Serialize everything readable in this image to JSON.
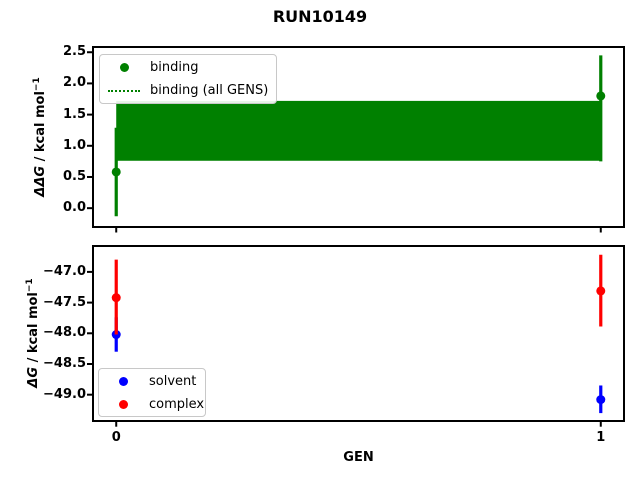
{
  "figure": {
    "title": "RUN10149"
  },
  "axes": {
    "top": {
      "ylabel_italic": "ΔΔG",
      "ylabel_rest": " / kcal mol",
      "ylabel_sup": "−1"
    },
    "bottom": {
      "ylabel_italic": "ΔG",
      "ylabel_rest": " / kcal mol",
      "ylabel_sup": "−1",
      "xlabel": "GEN"
    }
  },
  "legends": {
    "top": {
      "entries": [
        {
          "label": "binding",
          "series": "binding",
          "sample": "marker"
        },
        {
          "label": "binding (all GENS)",
          "series": "binding (all GENS)",
          "sample": "dotted-line"
        }
      ]
    },
    "bottom": {
      "entries": [
        {
          "label": "solvent",
          "series": "solvent",
          "sample": "marker"
        },
        {
          "label": "complex",
          "series": "complex",
          "sample": "marker"
        }
      ]
    }
  },
  "colors": {
    "binding": "#008000",
    "solvent": "#0000ff",
    "complex": "#ff0000",
    "axis": "#000000",
    "legend_border": "#c8c8c8"
  },
  "chart_data": [
    {
      "type": "scatter",
      "id": "ddg",
      "title": "RUN10149",
      "ylabel": "ΔΔG / kcal mol⁻¹",
      "xlabel": "",
      "xlim": [
        -0.05,
        1.05
      ],
      "ylim": [
        -0.31,
        2.6
      ],
      "yticks": [
        0.0,
        0.5,
        1.0,
        1.5,
        2.0,
        2.5
      ],
      "ytick_labels": [
        "0.0",
        "0.5",
        "1.0",
        "1.5",
        "2.0",
        "2.5"
      ],
      "xticks": [
        0,
        1
      ],
      "xtick_labels": [],
      "grid": false,
      "legend_position": "upper left",
      "series": [
        {
          "name": "binding (all GENS)",
          "color": "#008000",
          "style": "dotted",
          "band": {
            "x": [
              0,
              1
            ],
            "low": 0.76,
            "high": 1.72,
            "center": 1.24
          }
        },
        {
          "name": "binding",
          "color": "#008000",
          "marker": "circle",
          "x": [
            0,
            1
          ],
          "y": [
            0.58,
            1.8
          ],
          "err_low": [
            -0.13,
            0.75
          ],
          "err_high": [
            1.29,
            2.45
          ]
        }
      ]
    },
    {
      "type": "scatter",
      "id": "dg",
      "title": "",
      "ylabel": "ΔG / kcal mol⁻¹",
      "xlabel": "GEN",
      "xlim": [
        -0.05,
        1.05
      ],
      "ylim": [
        -49.44,
        -46.57
      ],
      "yticks": [
        -49.0,
        -48.5,
        -48.0,
        -47.5,
        -47.0
      ],
      "ytick_labels": [
        "−49.0",
        "−48.5",
        "−48.0",
        "−47.5",
        "−47.0"
      ],
      "xticks": [
        0,
        1
      ],
      "xtick_labels": [
        "0",
        "1"
      ],
      "grid": false,
      "legend_position": "lower left",
      "series": [
        {
          "name": "solvent",
          "color": "#0000ff",
          "marker": "circle",
          "x": [
            0,
            1
          ],
          "y": [
            -48.02,
            -49.08
          ],
          "err_low": [
            -48.3,
            -49.3
          ],
          "err_high": [
            -47.74,
            -48.85
          ]
        },
        {
          "name": "complex",
          "color": "#ff0000",
          "marker": "circle",
          "x": [
            0,
            1
          ],
          "y": [
            -47.42,
            -47.31
          ],
          "err_low": [
            -48.02,
            -47.89
          ],
          "err_high": [
            -46.8,
            -46.72
          ]
        }
      ]
    }
  ]
}
